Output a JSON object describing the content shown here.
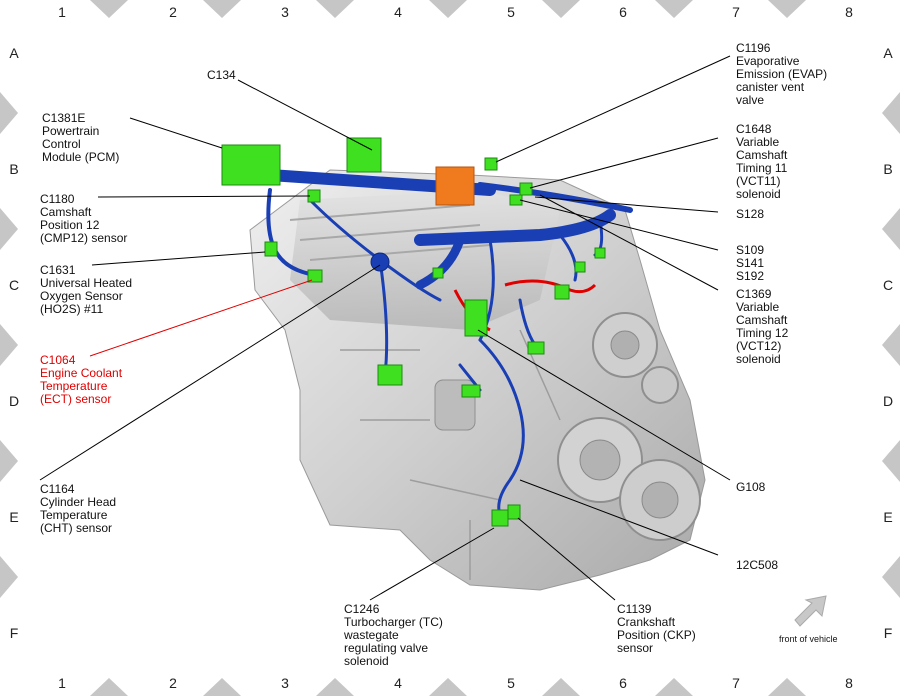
{
  "grid": {
    "columns": [
      "1",
      "2",
      "3",
      "4",
      "5",
      "6",
      "7",
      "8"
    ],
    "rows": [
      "A",
      "B",
      "C",
      "D",
      "E",
      "F"
    ]
  },
  "labels": {
    "c134": "C134",
    "c1381e": "C1381E\nPowertrain\nControl\nModule (PCM)",
    "c1180": "C1180\nCamshaft\nPosition 12\n(CMP12) sensor",
    "c1631": "C1631\nUniversal Heated\nOxygen Sensor\n(HO2S) #11",
    "c1064": "C1064\nEngine Coolant\nTemperature\n(ECT) sensor",
    "c1164": "C1164\nCylinder Head\nTemperature\n(CHT) sensor",
    "c1246": "C1246\nTurbocharger (TC)\nwastegate\nregulating valve\nsolenoid",
    "c1139": "C1139\nCrankshaft\nPosition (CKP)\nsensor",
    "c1196": "C1196\nEvaporative\nEmission (EVAP)\ncanister vent\nvalve",
    "c1648": "C1648\nVariable\nCamshaft\nTiming 11\n(VCT11)\nsolenoid",
    "s128": "S128",
    "s109": "S109\nS141\nS192",
    "c1369": "C1369\nVariable\nCamshaft\nTiming 12\n(VCT12)\nsolenoid",
    "g108": "G108",
    "c12c508": "12C508"
  },
  "orientation": {
    "caption": "front of vehicle"
  },
  "colors": {
    "connector": "#3fe01f",
    "harness": "#1540b0",
    "pcm_block": "#f07a1e",
    "highlight": "#e00000",
    "engine": "#d6d6d6",
    "border_triangle": "#c4c4c4"
  }
}
